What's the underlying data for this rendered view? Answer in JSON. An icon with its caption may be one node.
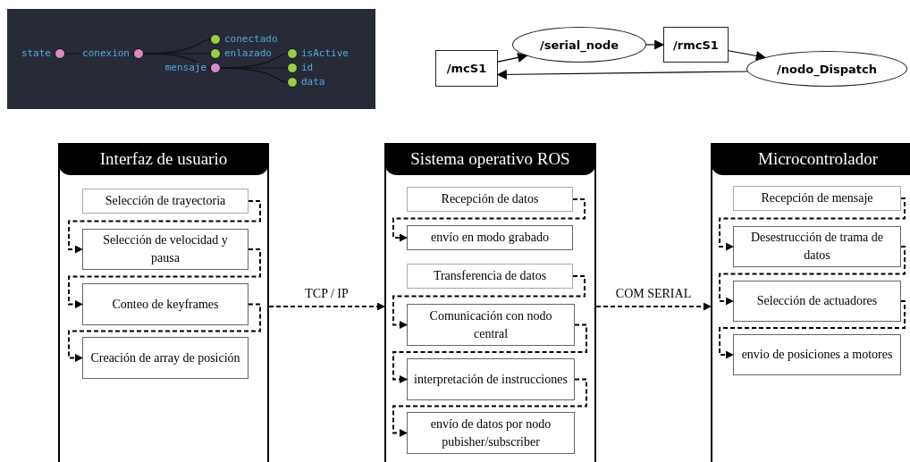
{
  "diagram": {
    "nodes": [
      {
        "text": [],
        "shape": "circle",
        "beside": [
          "state"
        ]
      },
      {
        "text": [],
        "shape": "circle",
        "beside": [
          "conexion"
        ]
      },
      {
        "text": [],
        "shape": "circle",
        "beside": [
          "conectado"
        ]
      },
      {
        "text": [],
        "shape": "circle",
        "beside": [
          "enlazado"
        ]
      },
      {
        "text": [],
        "shape": "circle",
        "beside": [
          "mensaje"
        ]
      },
      {
        "text": [],
        "shape": "circle",
        "beside": [
          "isActive"
        ]
      },
      {
        "text": [],
        "shape": "circle",
        "beside": [
          "id"
        ]
      },
      {
        "text": [],
        "shape": "circle",
        "beside": [
          "data"
        ]
      },
      {
        "text": [
          "/mcS1"
        ]
      },
      {
        "text": [
          "/serial_node"
        ]
      },
      {
        "text": [
          "/rmcS1"
        ]
      },
      {
        "text": [
          "/nodo_Dispatch"
        ]
      },
      {
        "text": [
          "Interfaz de usuario"
        ]
      },
      {
        "text": [
          "Selección de trayectoria"
        ],
        "in": 12
      },
      {
        "text": [
          "Selección de velocidad y pausa"
        ],
        "in": 12
      },
      {
        "text": [
          "Conteo de keyframes"
        ],
        "in": 12
      },
      {
        "text": [
          "Creación de array de posición"
        ],
        "in": 12
      },
      {
        "text": [
          "Sistema operativo ROS"
        ]
      },
      {
        "text": [
          "Recepción de datos"
        ],
        "in": 17
      },
      {
        "text": [
          "envío en modo grabado"
        ],
        "in": 17
      },
      {
        "text": [
          "Transferencia de datos"
        ],
        "in": 17
      },
      {
        "text": [
          "Comunicación con nodo central"
        ],
        "in": 17
      },
      {
        "text": [
          "interpretación de instrucciones"
        ],
        "in": 17
      },
      {
        "text": [
          "envío de datos por nodo pubisher/subscriber"
        ],
        "in": 17
      },
      {
        "text": [
          "Microcontrolador"
        ]
      },
      {
        "text": [
          "Recepción de mensaje"
        ],
        "in": 24
      },
      {
        "text": [
          "Desestrucción de trama de datos"
        ],
        "in": 24
      },
      {
        "text": [
          "Selección de actuadores"
        ],
        "in": 24
      },
      {
        "text": [
          "envio de posiciones a motores"
        ],
        "in": 24
      }
    ],
    "edges": [
      {
        "from": 0,
        "to": 1,
        "arrow": "none"
      },
      {
        "from": 1,
        "to": 2,
        "arrow": "none"
      },
      {
        "from": 1,
        "to": 3,
        "arrow": "none"
      },
      {
        "from": 1,
        "to": 4,
        "arrow": "none"
      },
      {
        "from": 4,
        "to": 5,
        "arrow": "none"
      },
      {
        "from": 4,
        "to": 6,
        "arrow": "none"
      },
      {
        "from": 4,
        "to": 7,
        "arrow": "none"
      },
      {
        "from": 8,
        "to": 9,
        "arrow": "to"
      },
      {
        "from": 9,
        "to": 10,
        "arrow": "to"
      },
      {
        "from": 10,
        "to": 11,
        "arrow": "to"
      },
      {
        "from": 11,
        "to": 8,
        "arrow": "to"
      },
      {
        "from": 13,
        "to": 14,
        "arrow": "to",
        "style": "dashed"
      },
      {
        "from": 14,
        "to": 15,
        "arrow": "to",
        "style": "dashed"
      },
      {
        "from": 15,
        "to": 16,
        "arrow": "to",
        "style": "dashed"
      },
      {
        "from": 12,
        "to": 17,
        "arrow": "to",
        "style": "dashed",
        "label": "TCP / IP"
      },
      {
        "from": 18,
        "to": 19,
        "arrow": "to",
        "style": "dashed"
      },
      {
        "from": 20,
        "to": 21,
        "arrow": "to",
        "style": "dashed"
      },
      {
        "from": 21,
        "to": 22,
        "arrow": "to",
        "style": "dashed"
      },
      {
        "from": 22,
        "to": 23,
        "arrow": "to",
        "style": "dashed"
      },
      {
        "from": 17,
        "to": 24,
        "arrow": "to",
        "style": "dashed",
        "label": "COM SERIAL"
      },
      {
        "from": 25,
        "to": 26,
        "arrow": "to",
        "style": "dashed"
      },
      {
        "from": 26,
        "to": 27,
        "arrow": "to",
        "style": "dashed"
      },
      {
        "from": 27,
        "to": 28,
        "arrow": "to",
        "style": "dashed"
      }
    ]
  }
}
